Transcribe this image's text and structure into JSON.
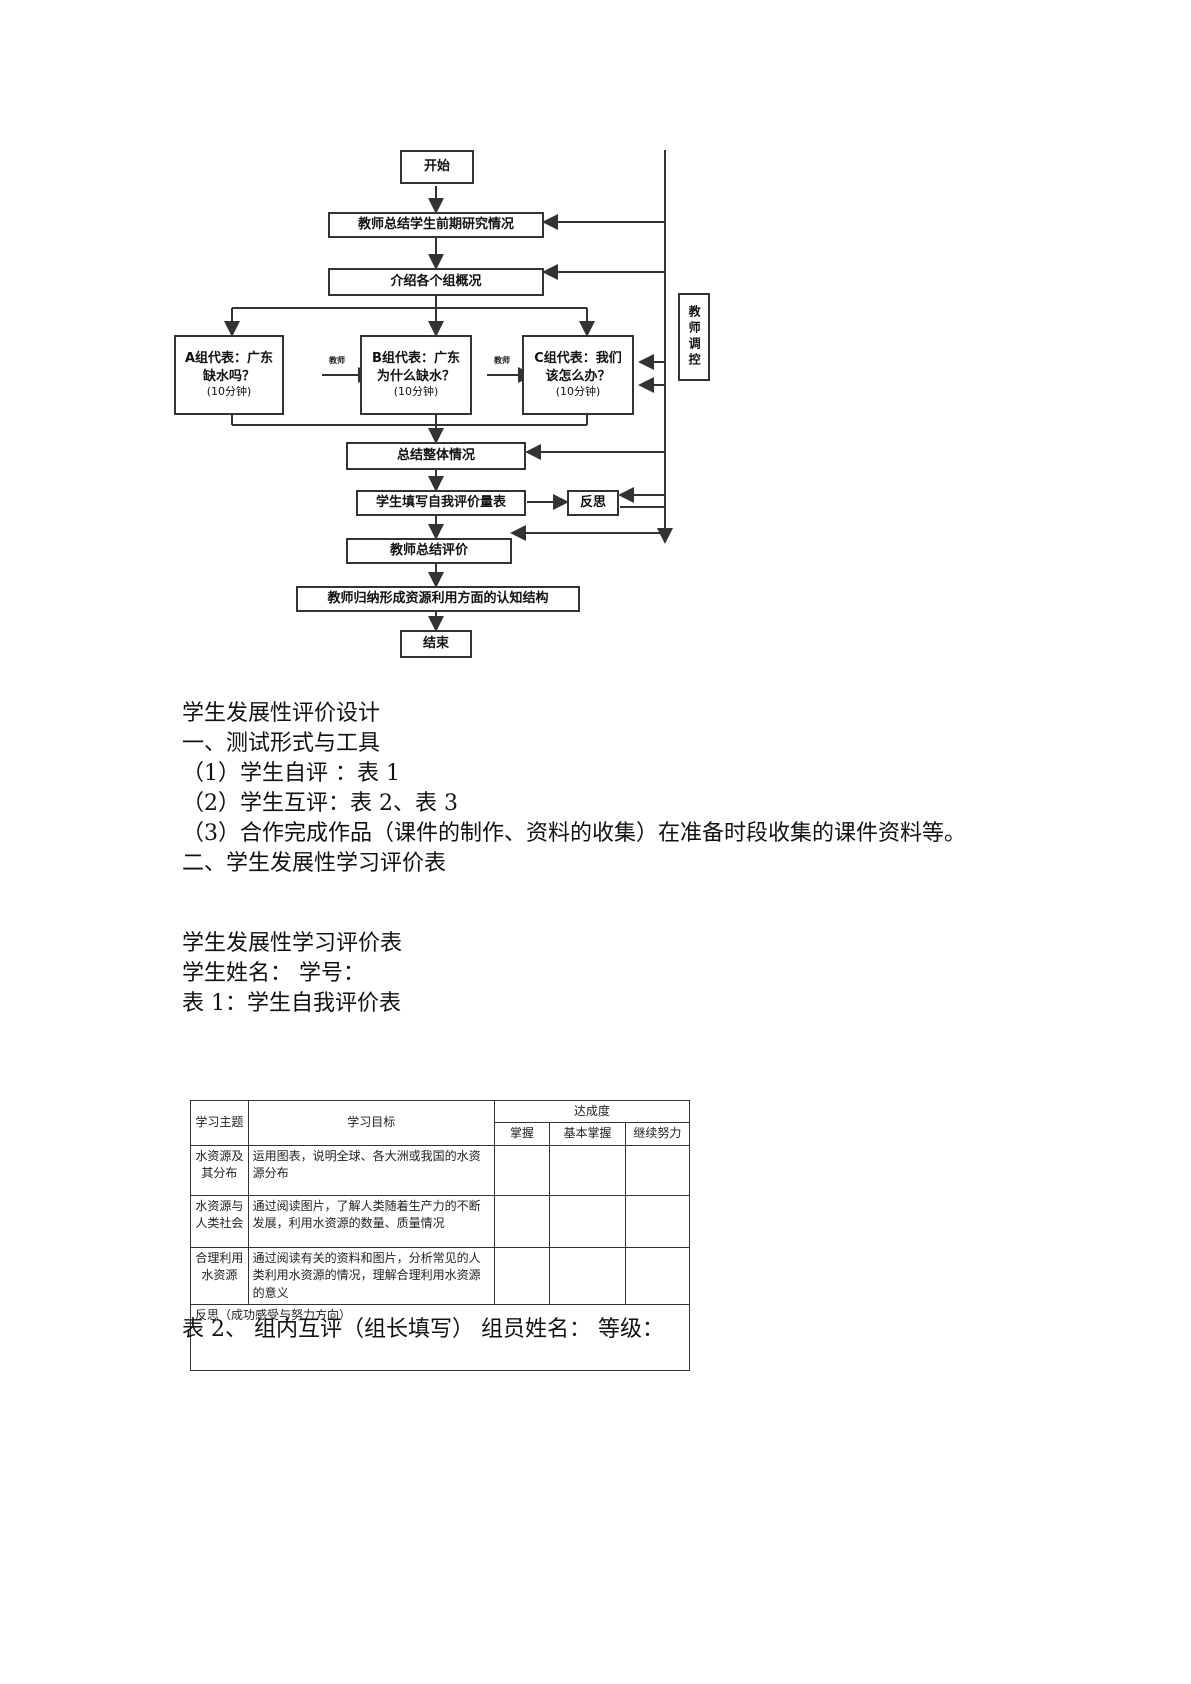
{
  "flowchart": {
    "start": "开始",
    "step1": "教师总结学生前期研究情况",
    "step2": "介绍各个组概况",
    "groupA": {
      "title": "A组代表：广东缺水吗？",
      "time": "(10分钟)"
    },
    "groupB": {
      "title": "B组代表：广东为什么缺水？",
      "time": "(10分钟)"
    },
    "groupC": {
      "title": "C组代表：我们该怎么办？",
      "time": "(10分钟)"
    },
    "arrow_label_1": "教师",
    "arrow_label_2": "教师",
    "teacher_control": "教师调控",
    "step3": "总结整体情况",
    "step4": "学生填写自我评价量表",
    "reflect": "反思",
    "step5": "教师总结评价",
    "step6": "教师归纳形成资源利用方面的认知结构",
    "end": "结束"
  },
  "text": {
    "heading": "学生发展性评价设计",
    "section1": "一、测试形式与工具",
    "item1": "（1）学生自评 ：表 1",
    "item2": "（2）学生互评：表 2、表 3",
    "item3": "（3）合作完成作品（课件的制作、资料的收集）在准备时段收集的课件资料等。",
    "section2": "二、学生发展性学习评价表",
    "table_title": "学生发展性学习评价表",
    "student_info": "学生姓名：  学号：",
    "table1_caption": "表 1：学生自我评价表",
    "table2_caption": "表 2、  组内互评（组长填写） 组员姓名：  等级："
  },
  "table1": {
    "headers": {
      "topic": "学习主题",
      "goal": "学习目标",
      "level": "达成度",
      "mastered": "掌握",
      "basic": "基本掌握",
      "effort": "继续努力"
    },
    "rows": [
      {
        "topic": "水资源及其分布",
        "goal": "运用图表，说明全球、各大洲或我国的水资源分布"
      },
      {
        "topic": "水资源与人类社会",
        "goal": "通过阅读图片，了解人类随着生产力的不断发展，利用水资源的数量、质量情况"
      },
      {
        "topic": "合理利用水资源",
        "goal": "通过阅读有关的资料和图片，分析常见的人类利用水资源的情况，理解合理利用水资源的意义"
      }
    ],
    "reflection_label": "反思（成功感受与努力方向）"
  },
  "colors": {
    "line": "#333333",
    "text": "#111111"
  }
}
